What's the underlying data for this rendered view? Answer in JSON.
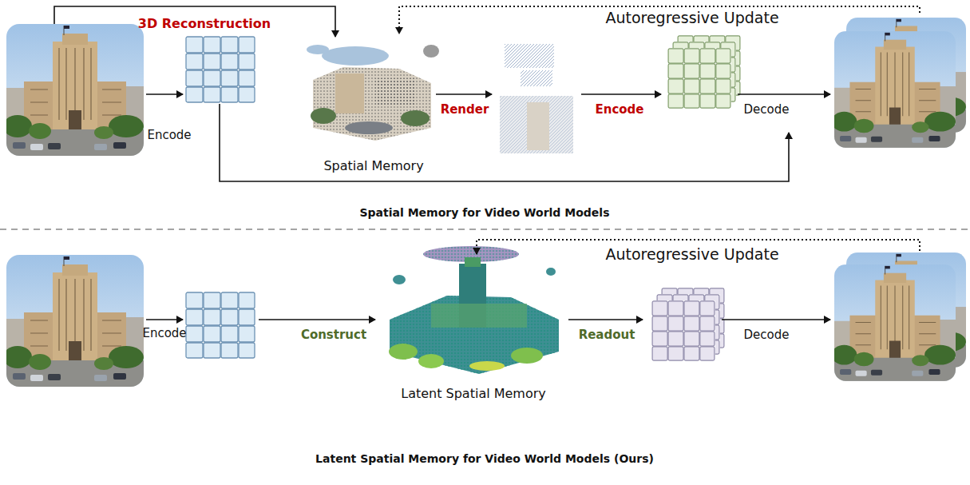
{
  "diagram": {
    "nodes": [
      {
        "text": [
          "Spatial Memory"
        ]
      },
      {
        "text": [
          "Latent Spatial Memory"
        ]
      }
    ],
    "labels": [
      "3D Reconstruction",
      "Encode",
      "Render",
      "Encode",
      "Decode",
      "Autoregressive Update",
      "Spatial Memory for Video World Models",
      "Encode",
      "Construct",
      "Readout",
      "Decode",
      "Autoregressive Update",
      "Latent Spatial Memory for Video World Models (Ours)"
    ]
  }
}
